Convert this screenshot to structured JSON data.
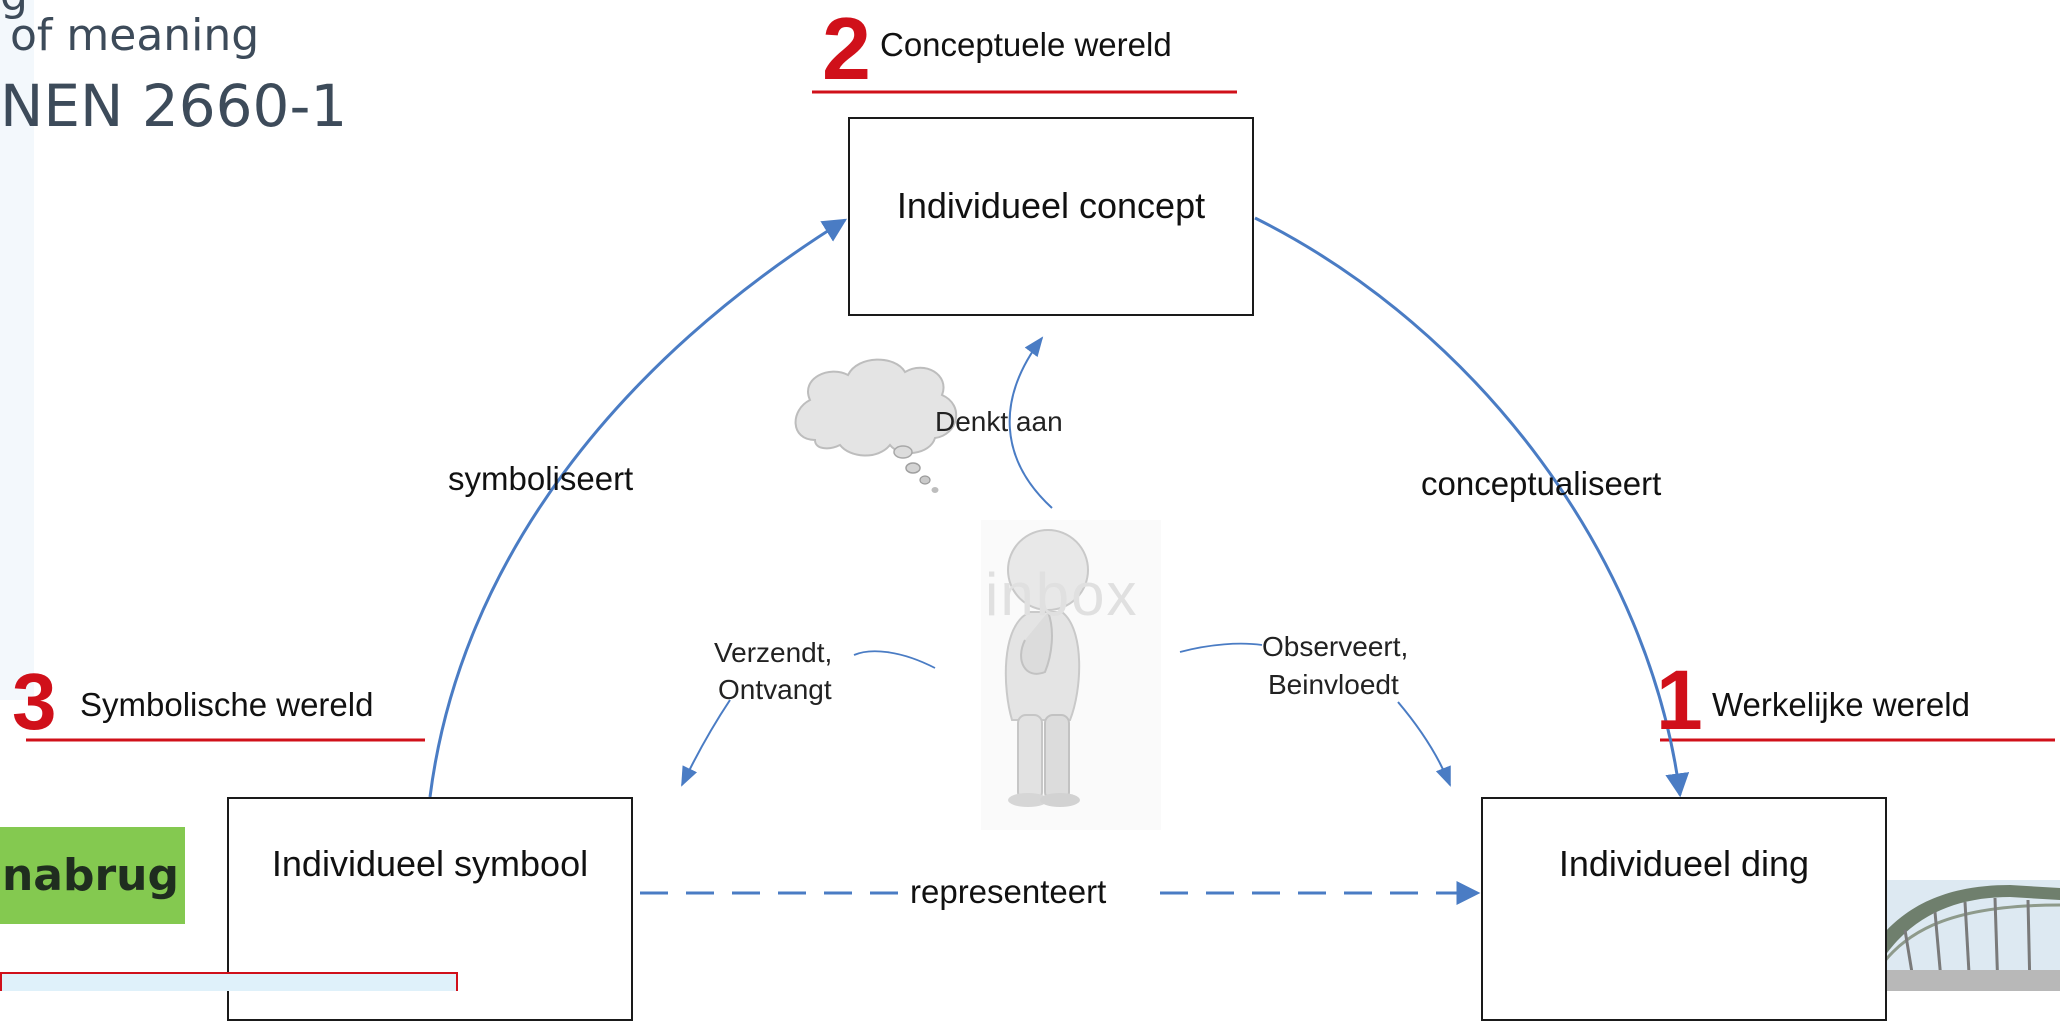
{
  "slide": {
    "title_line1": "g",
    "title_line2": "of meaning",
    "title_line3": "NEN 2660-1",
    "green_label": "nabrug"
  },
  "worlds": {
    "conceptual": {
      "number": "2",
      "label": "Conceptuele wereld"
    },
    "symbolic": {
      "number": "3",
      "label": "Symbolische wereld"
    },
    "real": {
      "number": "1",
      "label": "Werkelijke wereld"
    }
  },
  "boxes": {
    "concept": "Individueel concept",
    "symbol": "Individueel symbool",
    "thing": "Individueel ding"
  },
  "relations": {
    "symbolizes": "symboliseert",
    "conceptualizes": "conceptualiseert",
    "represents": "representeert",
    "thinks_of": "Denkt aan",
    "sends_line1": "Verzendt,",
    "sends_line2": "Ontvangt",
    "observes_line1": "Observeert,",
    "observes_line2": "Beinvloedt"
  },
  "watermark": "inbox",
  "colors": {
    "arrow": "#4a7cc4",
    "accent_red": "#d0101a",
    "badge_green": "#84c950"
  }
}
